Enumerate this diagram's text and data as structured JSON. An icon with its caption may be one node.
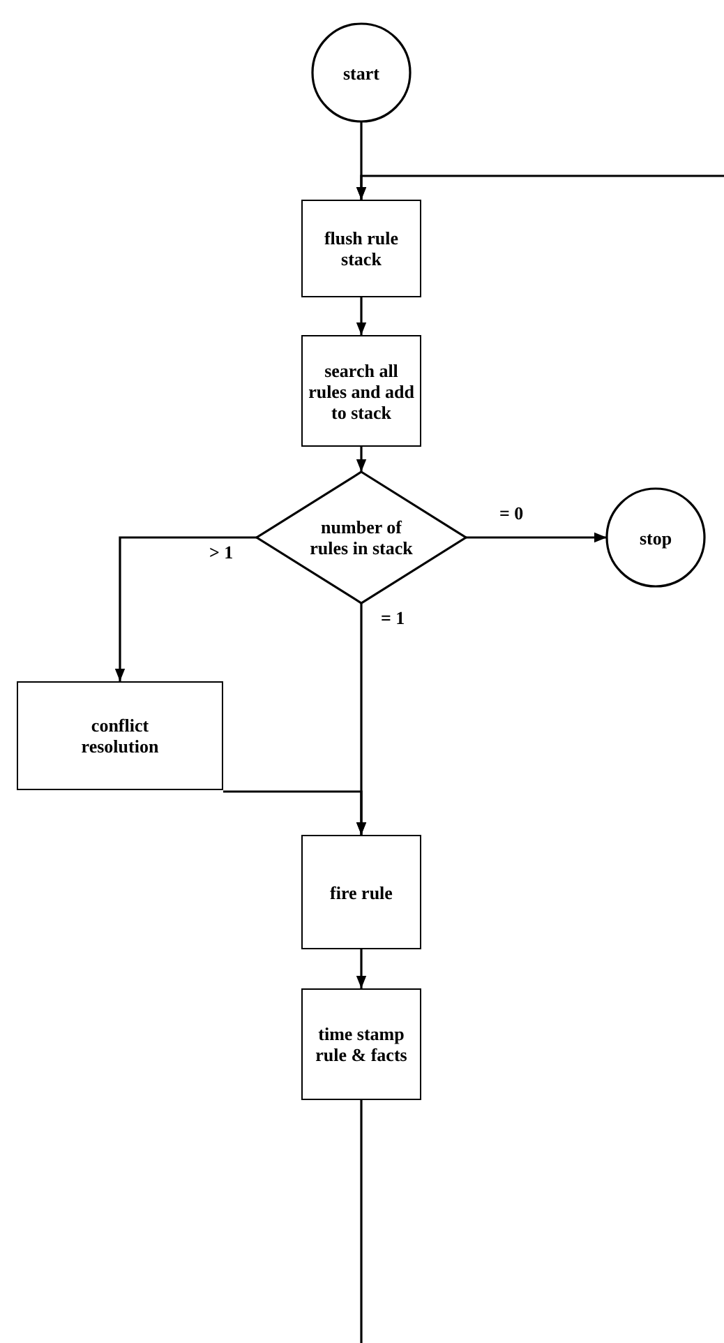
{
  "diagram": {
    "nodes": [
      {
        "text": [
          "start"
        ]
      },
      {
        "text": [
          "flush rule stack"
        ]
      },
      {
        "text": [
          "search all rules and add to stack"
        ]
      },
      {
        "text": [
          "number of rules in stack"
        ]
      },
      {
        "text": [
          "stop"
        ]
      },
      {
        "text": [
          "conflict resolution"
        ]
      },
      {
        "text": [
          "fire rule"
        ]
      },
      {
        "text": [
          "time stamp rule & facts"
        ]
      }
    ],
    "edges": [
      {
        "from": 0,
        "to": 1,
        "arrow": "to"
      },
      {
        "from": null,
        "to": 1,
        "arrow": "to"
      },
      {
        "from": 1,
        "to": 2,
        "arrow": "to"
      },
      {
        "from": 2,
        "to": 3,
        "arrow": "to"
      },
      {
        "from": 3,
        "to": 4,
        "arrow": "to",
        "label": "= 0"
      },
      {
        "from": 3,
        "to": 5,
        "arrow": "to",
        "label": "> 1"
      },
      {
        "from": 3,
        "to": 6,
        "arrow": "to",
        "label": "= 1"
      },
      {
        "from": 5,
        "to": 6,
        "arrow": "to"
      },
      {
        "from": 6,
        "to": 7,
        "arrow": "to"
      },
      {
        "from": 7,
        "to": null,
        "arrow": "none"
      }
    ]
  }
}
